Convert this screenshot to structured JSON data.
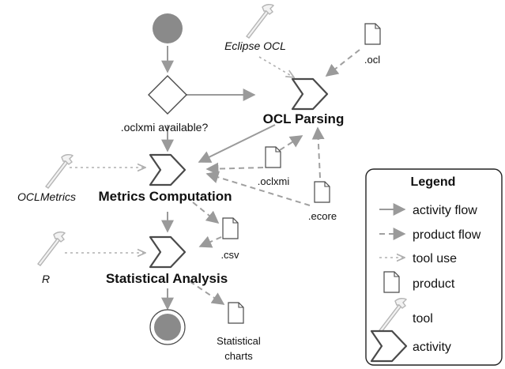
{
  "decision": {
    "label": ".oclxmi available?"
  },
  "activities": {
    "ocl_parsing": "OCL Parsing",
    "metrics_computation": "Metrics Computation",
    "statistical_analysis": "Statistical Analysis"
  },
  "tools": {
    "eclipse_ocl": "Eclipse OCL",
    "ocl_metrics": "OCLMetrics",
    "r": "R"
  },
  "products": {
    "ocl": ".ocl",
    "oclxmi": ".oclxmi",
    "ecore": ".ecore",
    "csv": ".csv",
    "charts_line1": "Statistical",
    "charts_line2": "charts"
  },
  "legend": {
    "title": "Legend",
    "activity_flow": "activity flow",
    "product_flow": "product flow",
    "tool_use": "tool use",
    "product": "product",
    "tool": "tool",
    "activity": "activity"
  },
  "colors": {
    "node_fill": "#8a8a8a",
    "edge_gray": "#9a9a9a",
    "outline": "#4a4a4a"
  }
}
